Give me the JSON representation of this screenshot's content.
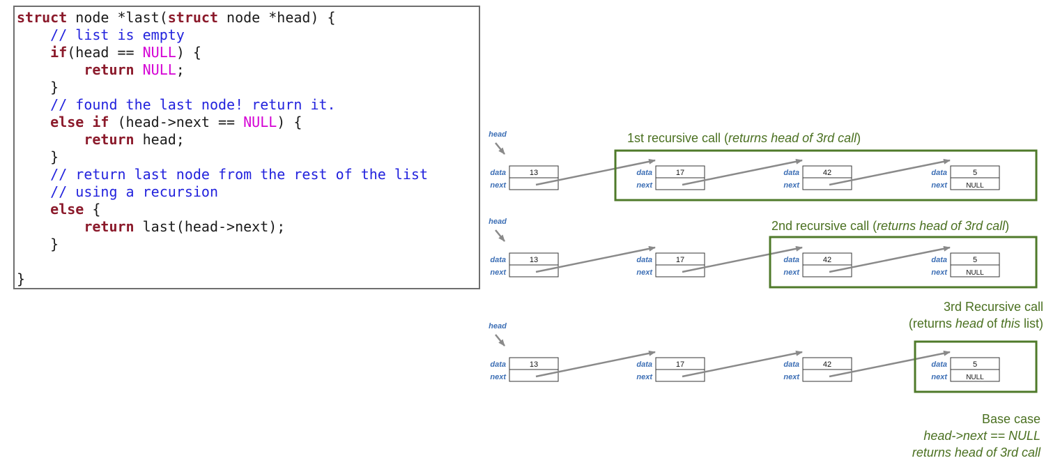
{
  "code": {
    "lines": [
      [
        {
          "t": "struct",
          "c": "kw"
        },
        {
          "t": " node *last("
        },
        {
          "t": "struct",
          "c": "kw"
        },
        {
          "t": " node *head) {"
        }
      ],
      [
        {
          "t": "    "
        },
        {
          "t": "// list is empty",
          "c": "cm"
        }
      ],
      [
        {
          "t": "    "
        },
        {
          "t": "if",
          "c": "kw"
        },
        {
          "t": "(head == "
        },
        {
          "t": "NULL",
          "c": "nl"
        },
        {
          "t": ") {"
        }
      ],
      [
        {
          "t": "        "
        },
        {
          "t": "return",
          "c": "kw"
        },
        {
          "t": " "
        },
        {
          "t": "NULL",
          "c": "nl"
        },
        {
          "t": ";"
        }
      ],
      [
        {
          "t": "    }"
        }
      ],
      [
        {
          "t": "    "
        },
        {
          "t": "// found the last node! return it.",
          "c": "cm"
        }
      ],
      [
        {
          "t": "    "
        },
        {
          "t": "else if",
          "c": "kw"
        },
        {
          "t": " (head->next == "
        },
        {
          "t": "NULL",
          "c": "nl"
        },
        {
          "t": ") {"
        }
      ],
      [
        {
          "t": "        "
        },
        {
          "t": "return",
          "c": "kw"
        },
        {
          "t": " head;"
        }
      ],
      [
        {
          "t": "    }"
        }
      ],
      [
        {
          "t": "    "
        },
        {
          "t": "// return last node from the rest of the list",
          "c": "cm"
        }
      ],
      [
        {
          "t": "    "
        },
        {
          "t": "// using a recursion",
          "c": "cm"
        }
      ],
      [
        {
          "t": "    "
        },
        {
          "t": "else",
          "c": "kw"
        },
        {
          "t": " {"
        }
      ],
      [
        {
          "t": "        "
        },
        {
          "t": "return",
          "c": "kw"
        },
        {
          "t": " last(head->next);"
        }
      ],
      [
        {
          "t": "    }"
        }
      ],
      [
        {
          "t": ""
        }
      ],
      [
        {
          "t": "}"
        }
      ]
    ]
  },
  "list": {
    "head_label": "head",
    "data_label": "data",
    "next_label": "next",
    "values": [
      "13",
      "17",
      "42",
      "5"
    ],
    "null_label": "NULL"
  },
  "labels": {
    "first_call": {
      "plain": "1st recursive call (",
      "italic": "returns head of 3rd call",
      "close": ")"
    },
    "second_call": {
      "plain": "2nd recursive call (",
      "italic": "returns head of 3rd call",
      "close": ")"
    },
    "third_call_line1": "3rd Recursive call",
    "third_call_line2_a": "(returns ",
    "third_call_line2_b": "head",
    "third_call_line2_c": " of ",
    "third_call_line2_d": "this",
    "third_call_line2_e": " list)",
    "base_case": "Base case",
    "base_condition": "head->next == NULL",
    "base_returns": "returns head of 3rd call"
  },
  "colors": {
    "frame": "#4f7a2a",
    "arrow": "#8a8a8a",
    "field_label": "#3d6fb5",
    "label_text": "#4a7020"
  }
}
